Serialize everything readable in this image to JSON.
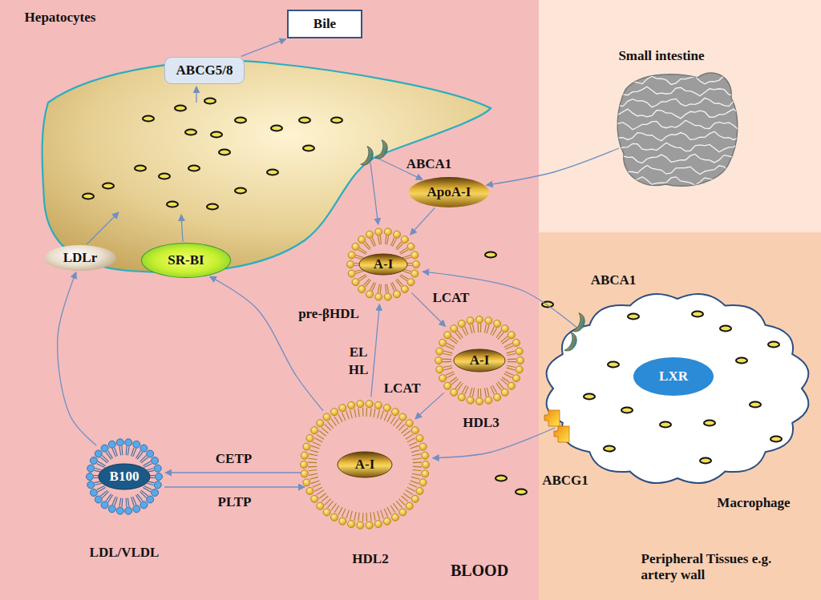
{
  "diagram": {
    "nodes": [
      {
        "text": [
          "Hepatocytes"
        ]
      },
      {
        "text": [
          "ABCG5/8"
        ],
        "in": 0
      },
      {
        "text": [
          "LDLr"
        ],
        "in": 0
      },
      {
        "text": [
          "SR-BI"
        ],
        "in": 0
      },
      {
        "text": [
          "Bile"
        ]
      },
      {
        "text": [
          "Small intestine"
        ]
      },
      {
        "text": [
          "ApoA-I"
        ]
      },
      {
        "text": [
          "A-I",
          "pre-βHDL"
        ]
      },
      {
        "text": [
          "A-I",
          "HDL3"
        ]
      },
      {
        "text": [
          "A-I",
          "HDL2"
        ]
      },
      {
        "text": [
          "B100",
          "LDL/VLDL"
        ]
      },
      {
        "text": [
          "Macrophage"
        ]
      },
      {
        "text": [
          "LXR"
        ],
        "in": 11
      }
    ],
    "edges": [
      {
        "from": 1,
        "to": 4,
        "arrow": "to"
      },
      {
        "from": 5,
        "to": 6,
        "arrow": "to"
      },
      {
        "from": 6,
        "to": 7,
        "arrow": "to"
      },
      {
        "from": 0,
        "to": 6,
        "arrow": "to"
      },
      {
        "from": 0,
        "to": 7,
        "arrow": "to"
      },
      {
        "from": 11,
        "to": 7,
        "arrow": "to"
      },
      {
        "from": 7,
        "to": 8,
        "label": "LCAT",
        "arrow": "to"
      },
      {
        "from": 8,
        "to": 9,
        "label": "LCAT",
        "arrow": "to"
      },
      {
        "from": 9,
        "to": 7,
        "arrow": "to"
      },
      {
        "from": 11,
        "to": 9,
        "arrow": "to"
      },
      {
        "from": 9,
        "to": 3,
        "arrow": "to"
      },
      {
        "from": 10,
        "to": 2,
        "arrow": "to"
      },
      {
        "from": 9,
        "to": 10,
        "label": "CETP",
        "arrow": "to"
      },
      {
        "from": 10,
        "to": 9,
        "label": "PLTP",
        "arrow": "to"
      }
    ],
    "labels": [
      "ABCA1",
      "ABCA1",
      "ABCG1",
      "EL",
      "HL",
      "BLOOD",
      "Peripheral Tissues e.g. artery wall"
    ]
  }
}
